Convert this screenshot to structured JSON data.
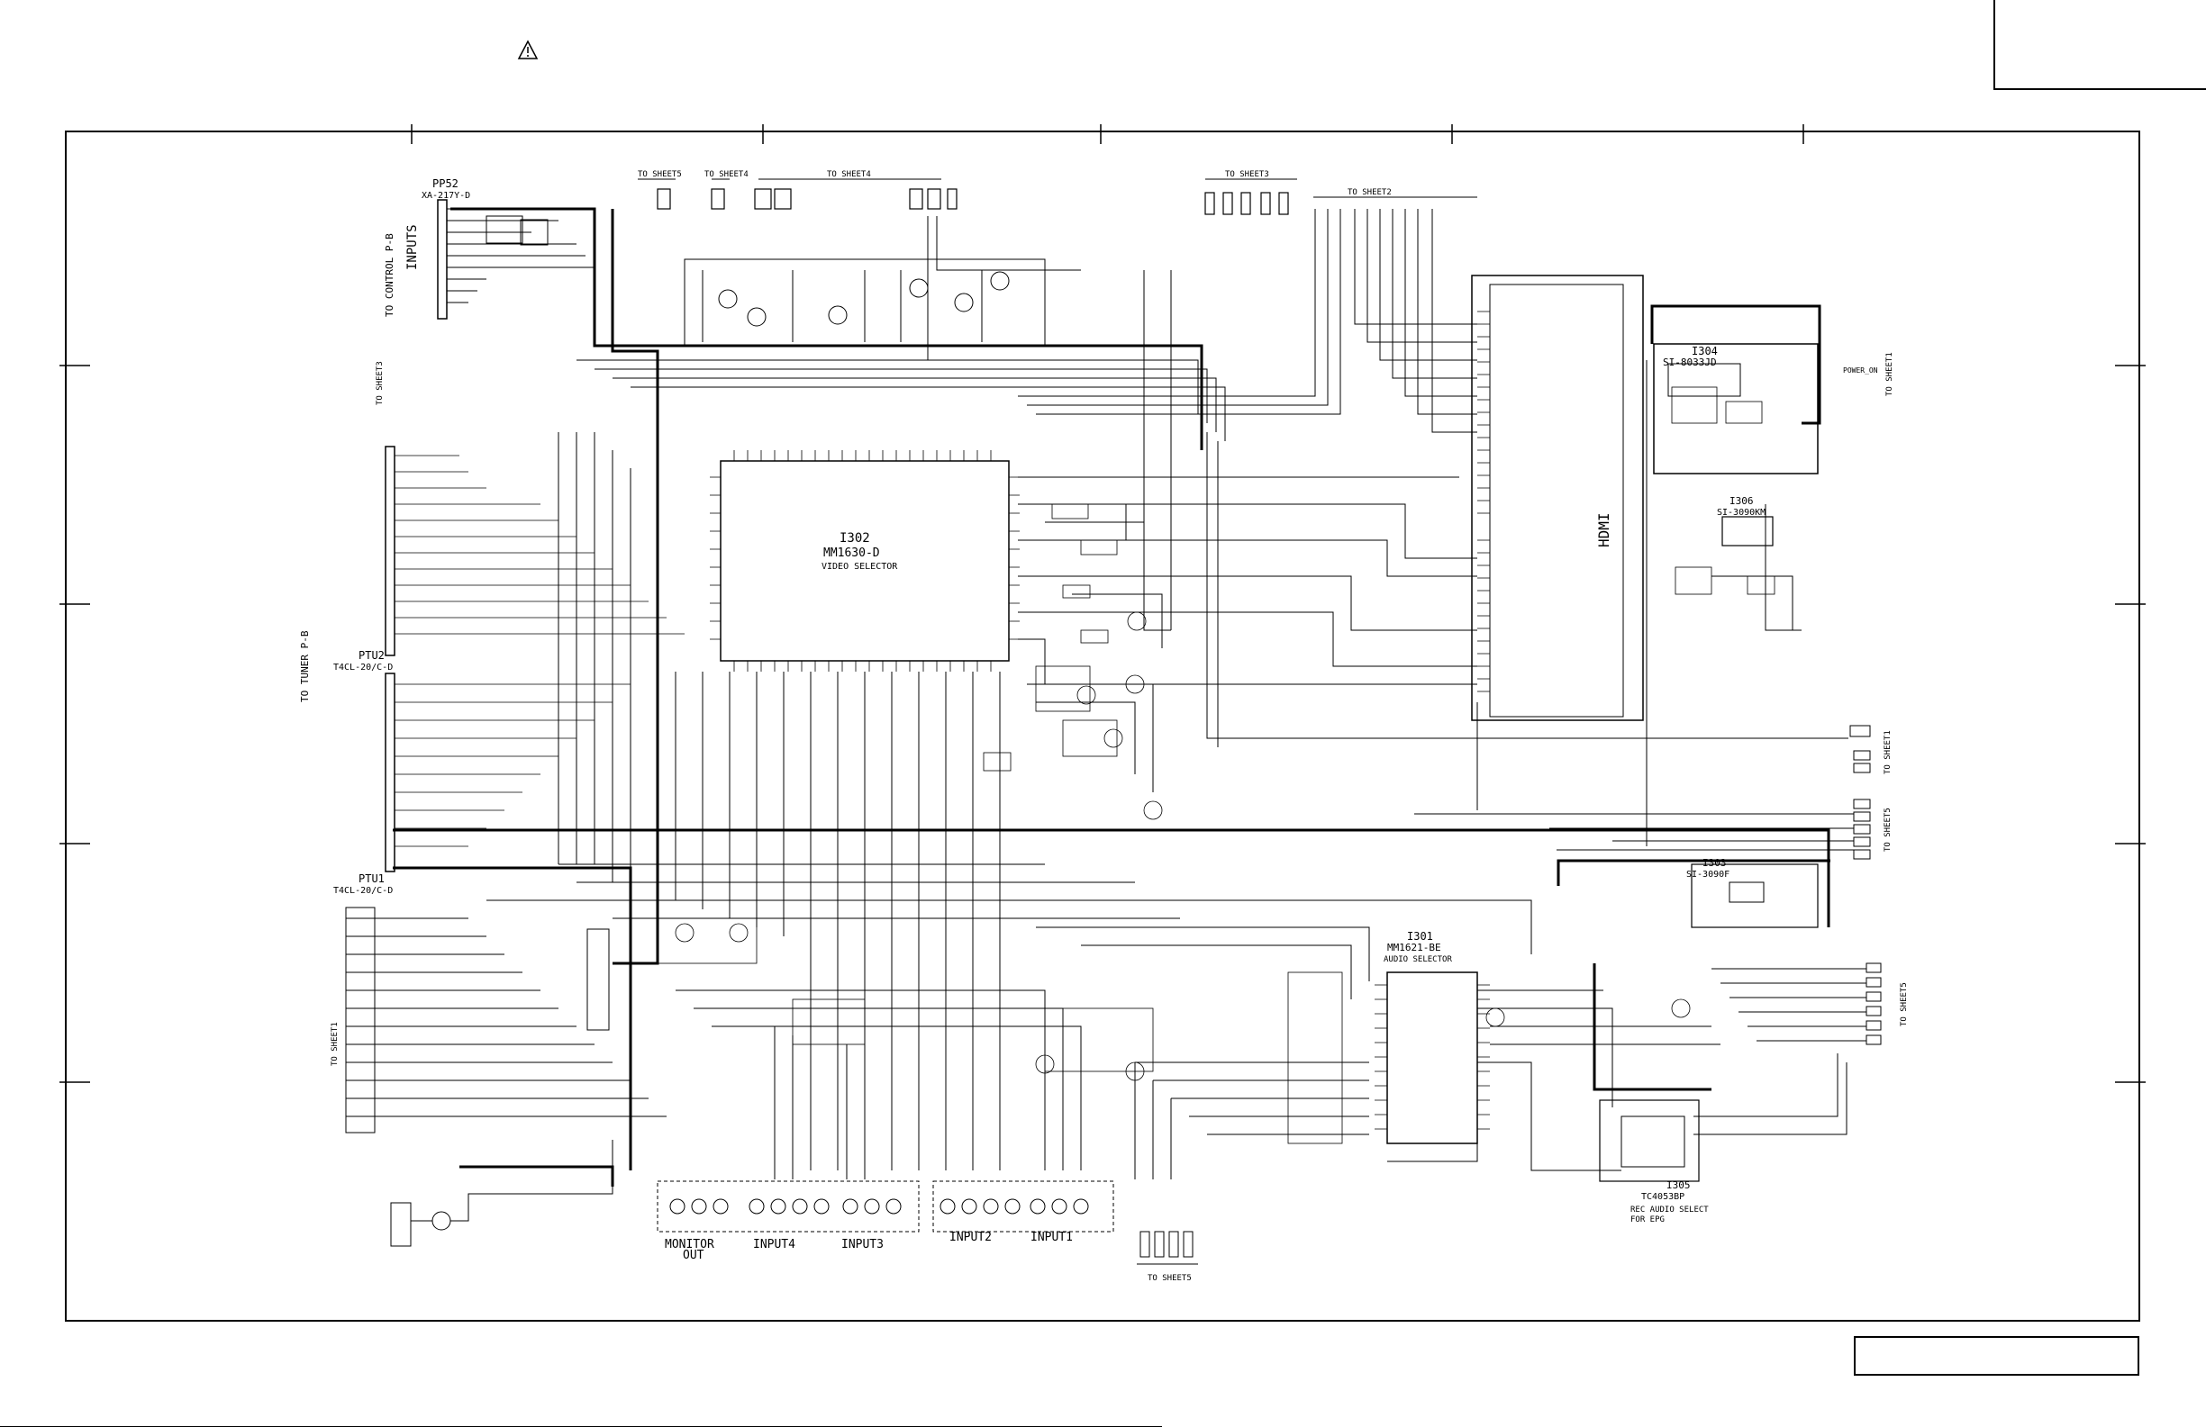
{
  "sheet_refs": {
    "to_sheet5": "TO SHEET5",
    "to_sheet4": "TO SHEET4",
    "to_sheet4b": "TO SHEET4",
    "to_sheet3": "TO SHEET3",
    "to_sheet2": "TO SHEET2",
    "to_sheet3_left": "TO SHEET3",
    "to_sheet5_bottom": "TO SHEET5"
  },
  "connectors": {
    "pp52_ref": "PP52",
    "pp52_part": "XA-217Y-D",
    "inputs": "INPUTS",
    "to_control": "TO CONTROL P-B",
    "ptu2_ref": "PTU2",
    "ptu2_part": "T4CL-20/C-D",
    "ptu1_ref": "PTU1",
    "ptu1_part": "T4CL-20/C-D",
    "to_tuner": "TO TUNER P-B"
  },
  "ics": {
    "i302_ref": "I302",
    "i302_part": "MM1630-D",
    "i302_func": "VIDEO SELECTOR",
    "hdmi_label": "HDMI",
    "i304_ref": "I304",
    "i304_part": "SI-8033JD",
    "i306_ref": "I306",
    "i306_part": "SI-3090KM",
    "i303_ref": "I303",
    "i303_part": "SI-3090F",
    "i301_ref": "I301",
    "i301_part": "MM1621-BE",
    "i301_func": "AUDIO SELECTOR",
    "i305_ref": "I305",
    "i305_part": "TC4053BP",
    "i305_func": "REC AUDIO SELECT",
    "i305_func2": "FOR EPG"
  },
  "jacks": {
    "monitor_out": "MONITOR",
    "monitor_out2": "OUT",
    "input4": "INPUT4",
    "input3": "INPUT3",
    "input2": "INPUT2",
    "input1": "INPUT1"
  },
  "side_labels": {
    "right_1": "TO SHEET1",
    "right_2": "TO SHEET1",
    "right_3": "TO SHEET5",
    "right_4": "TO SHEET5",
    "left_sheet1": "TO SHEET1",
    "power": "POWER_ON"
  },
  "colors": {
    "ink": "#000000",
    "paper": "#ffffff"
  }
}
